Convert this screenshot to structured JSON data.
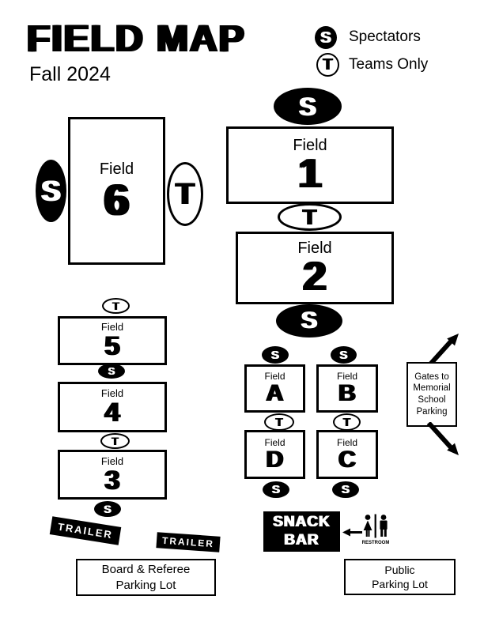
{
  "header": {
    "title": "FIELD MAP",
    "subtitle": "Fall 2024"
  },
  "legend": {
    "items": [
      {
        "symbol": "S",
        "label": "Spectators"
      },
      {
        "symbol": "T",
        "label": "Teams Only"
      }
    ]
  },
  "markers": {
    "s": "S",
    "t": "T"
  },
  "fields": {
    "label": "Field",
    "numbers": {
      "f1": "1",
      "f2": "2",
      "f3": "3",
      "f4": "4",
      "f5": "5",
      "f6": "6",
      "fa": "A",
      "fb": "B",
      "fc": "C",
      "fd": "D"
    }
  },
  "gates_sign": {
    "line1": "Gates to",
    "line2": "Memorial",
    "line3": "School",
    "line4": "Parking"
  },
  "trailer_label": "TRAILER",
  "snack_bar": {
    "line1": "SNACK",
    "line2": "BAR"
  },
  "restroom_label": "RESTROOM",
  "parking": {
    "board": {
      "line1": "Board & Referee",
      "line2": "Parking Lot"
    },
    "public": {
      "line1": "Public",
      "line2": "Parking Lot"
    }
  },
  "colors": {
    "ink": "#000000",
    "paper": "#ffffff"
  }
}
